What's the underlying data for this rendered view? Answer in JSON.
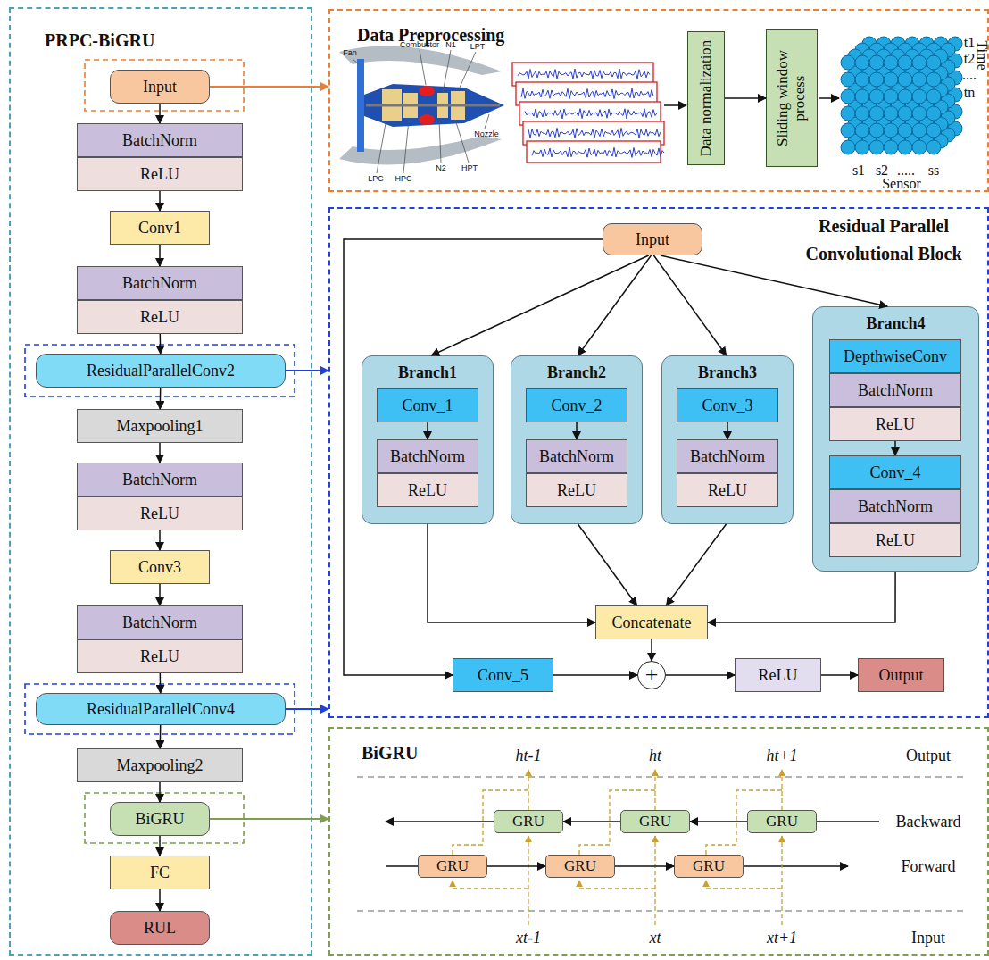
{
  "diagram": {
    "nodes": [
      {
        "text": [
          "PRPC-BiGRU"
        ]
      },
      {
        "text": [
          "Input"
        ],
        "in": 0
      },
      {
        "text": [
          "BatchNorm"
        ],
        "in": 0
      },
      {
        "text": [
          "ReLU"
        ],
        "in": 0
      },
      {
        "text": [
          "Conv1"
        ],
        "in": 0
      },
      {
        "text": [
          "BatchNorm"
        ],
        "in": 0
      },
      {
        "text": [
          "ReLU"
        ],
        "in": 0
      },
      {
        "text": [
          "ResidualParallelConv2"
        ],
        "in": 0
      },
      {
        "text": [
          "Maxpooling1"
        ],
        "in": 0
      },
      {
        "text": [
          "BatchNorm"
        ],
        "in": 0
      },
      {
        "text": [
          "ReLU"
        ],
        "in": 0
      },
      {
        "text": [
          "Conv3"
        ],
        "in": 0
      },
      {
        "text": [
          "BatchNorm"
        ],
        "in": 0
      },
      {
        "text": [
          "ReLU"
        ],
        "in": 0
      },
      {
        "text": [
          "ResidualParallelConv4"
        ],
        "in": 0
      },
      {
        "text": [
          "Maxpooling2"
        ],
        "in": 0
      },
      {
        "text": [
          "BiGRU"
        ],
        "in": 0
      },
      {
        "text": [
          "FC"
        ],
        "in": 0
      },
      {
        "text": [
          "RUL"
        ],
        "in": 0
      },
      {
        "text": [
          "Data Preprocessing"
        ]
      },
      {
        "text": [
          "Data normalization"
        ],
        "in": 19
      },
      {
        "text": [
          "Sliding window process"
        ],
        "in": 19
      },
      {
        "text": [
          "Residual Parallel Convolutional Block"
        ]
      },
      {
        "text": [
          "Input"
        ],
        "in": 22
      },
      {
        "text": [
          "Branch1"
        ],
        "in": 22
      },
      {
        "text": [
          "Conv_1"
        ],
        "in": 24
      },
      {
        "text": [
          "BatchNorm"
        ],
        "in": 24
      },
      {
        "text": [
          "ReLU"
        ],
        "in": 24
      },
      {
        "text": [
          "Branch2"
        ],
        "in": 22
      },
      {
        "text": [
          "Conv_2"
        ],
        "in": 28
      },
      {
        "text": [
          "BatchNorm"
        ],
        "in": 28
      },
      {
        "text": [
          "ReLU"
        ],
        "in": 28
      },
      {
        "text": [
          "Branch3"
        ],
        "in": 22
      },
      {
        "text": [
          "Conv_3"
        ],
        "in": 32
      },
      {
        "text": [
          "BatchNorm"
        ],
        "in": 32
      },
      {
        "text": [
          "ReLU"
        ],
        "in": 32
      },
      {
        "text": [
          "Branch4"
        ],
        "in": 22
      },
      {
        "text": [
          "DepthwiseConv"
        ],
        "in": 36
      },
      {
        "text": [
          "BatchNorm"
        ],
        "in": 36
      },
      {
        "text": [
          "ReLU"
        ],
        "in": 36
      },
      {
        "text": [
          "Conv_4"
        ],
        "in": 36
      },
      {
        "text": [
          "BatchNorm"
        ],
        "in": 36
      },
      {
        "text": [
          "ReLU"
        ],
        "in": 36
      },
      {
        "text": [
          "Concatenate"
        ],
        "in": 22
      },
      {
        "text": [
          "Conv_5"
        ],
        "in": 22
      },
      {
        "text": [
          "+"
        ],
        "in": 22
      },
      {
        "text": [
          "ReLU"
        ],
        "in": 22
      },
      {
        "text": [
          "Output"
        ],
        "in": 22
      },
      {
        "text": [
          "BiGRU"
        ]
      },
      {
        "text": [
          "GRU"
        ],
        "in": 48
      },
      {
        "text": [
          "GRU"
        ],
        "in": 48
      },
      {
        "text": [
          "GRU"
        ],
        "in": 48
      },
      {
        "text": [
          "GRU"
        ],
        "in": 48
      },
      {
        "text": [
          "GRU"
        ],
        "in": 48
      },
      {
        "text": [
          "GRU"
        ],
        "in": 48
      }
    ],
    "edges": [
      {
        "from": 1,
        "to": 2,
        "arrow": "to"
      },
      {
        "from": 3,
        "to": 4,
        "arrow": "to"
      },
      {
        "from": 4,
        "to": 5,
        "arrow": "to"
      },
      {
        "from": 6,
        "to": 7,
        "arrow": "to"
      },
      {
        "from": 7,
        "to": 8,
        "arrow": "to"
      },
      {
        "from": 8,
        "to": 9,
        "arrow": "to"
      },
      {
        "from": 10,
        "to": 11,
        "arrow": "to"
      },
      {
        "from": 11,
        "to": 12,
        "arrow": "to"
      },
      {
        "from": 13,
        "to": 14,
        "arrow": "to"
      },
      {
        "from": 14,
        "to": 15,
        "arrow": "to"
      },
      {
        "from": 15,
        "to": 16,
        "arrow": "to"
      },
      {
        "from": 16,
        "to": 17,
        "arrow": "to"
      },
      {
        "from": 17,
        "to": 18,
        "arrow": "to"
      },
      {
        "from": 1,
        "to": 19,
        "arrow": "to"
      },
      {
        "from": 7,
        "to": 22,
        "arrow": "to"
      },
      {
        "from": 14,
        "to": 22,
        "arrow": "to"
      },
      {
        "from": 16,
        "to": 48,
        "arrow": "to"
      },
      {
        "from": 20,
        "to": 21,
        "arrow": "to"
      },
      {
        "from": 23,
        "to": 24,
        "arrow": "to"
      },
      {
        "from": 23,
        "to": 28,
        "arrow": "to"
      },
      {
        "from": 23,
        "to": 32,
        "arrow": "to"
      },
      {
        "from": 23,
        "to": 36,
        "arrow": "to"
      },
      {
        "from": 23,
        "to": 44,
        "arrow": "to"
      },
      {
        "from": 25,
        "to": 26,
        "arrow": "to"
      },
      {
        "from": 29,
        "to": 30,
        "arrow": "to"
      },
      {
        "from": 33,
        "to": 34,
        "arrow": "to"
      },
      {
        "from": 39,
        "to": 40,
        "arrow": "to"
      },
      {
        "from": 24,
        "to": 43,
        "arrow": "to"
      },
      {
        "from": 28,
        "to": 43,
        "arrow": "to"
      },
      {
        "from": 32,
        "to": 43,
        "arrow": "to"
      },
      {
        "from": 36,
        "to": 43,
        "arrow": "to"
      },
      {
        "from": 43,
        "to": 45,
        "arrow": "to"
      },
      {
        "from": 44,
        "to": 45,
        "arrow": "to"
      },
      {
        "from": 45,
        "to": 46,
        "arrow": "to"
      },
      {
        "from": 46,
        "to": 47,
        "arrow": "to"
      },
      {
        "from": 52,
        "to": 53,
        "arrow": "to"
      },
      {
        "from": 53,
        "to": 54,
        "arrow": "to"
      },
      {
        "from": 51,
        "to": 50,
        "arrow": "to"
      },
      {
        "from": 50,
        "to": 49,
        "arrow": "to"
      }
    ],
    "labels": [
      "Fan",
      "Combustor",
      "N1",
      "LPT",
      "LPC",
      "HPC",
      "N2",
      "HPT",
      "Nozzle",
      "t1",
      "t2",
      "....",
      "tn",
      "Time",
      "s1",
      "s2",
      ".....",
      "ss",
      "Sensor",
      "ht-1",
      "ht",
      "ht+1",
      "Output",
      "Backward",
      "Forward",
      "Input",
      "xt-1",
      "xt",
      "xt+1"
    ]
  }
}
